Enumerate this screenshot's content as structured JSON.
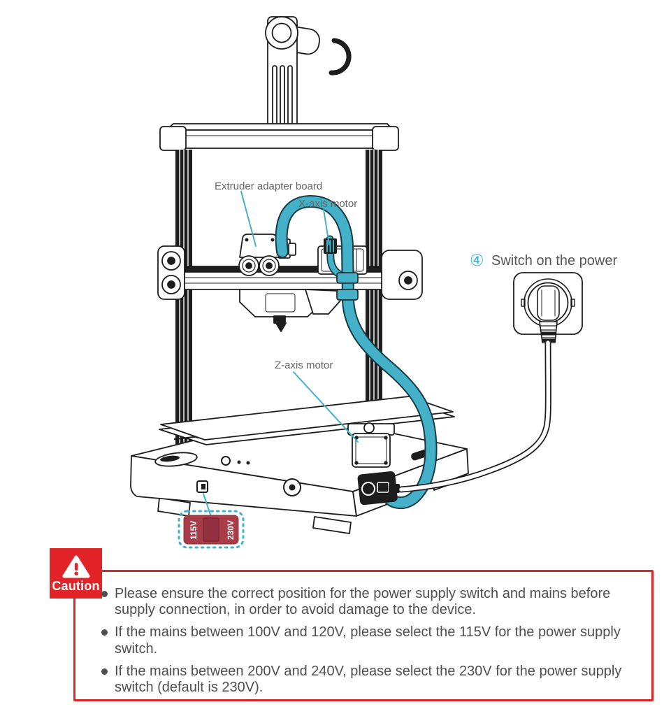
{
  "colors": {
    "accent_teal": "#44b1c8",
    "teal_outline": "#173b44",
    "caution_red": "#e22428",
    "caution_border_red": "#d7282c",
    "voltage_plate_red": "#a83c49",
    "voltage_slider_red": "#8e2e3a",
    "line_art_dark": "#1d1d1d",
    "label_gray": "#656565",
    "body_text_gray": "#4f4f4f"
  },
  "diagram": {
    "step_label": {
      "number": "④",
      "title": "Switch on the power"
    },
    "part_labels": {
      "extruder": "Extruder adapter board",
      "x_motor": "X-axis motor",
      "z_motor": "Z-axis motor"
    },
    "voltage_switch": {
      "left": "115V",
      "right": "230V"
    }
  },
  "caution": {
    "badge_label": "Caution",
    "bullets": [
      "Please ensure the correct position for the power supply switch and mains before supply connection, in order to avoid damage to the device.",
      "If the mains between 100V and 120V, please select the 115V for the power supply switch.",
      "If the mains between 200V and 240V, please select the 230V for the power supply switch (default is 230V)."
    ]
  }
}
